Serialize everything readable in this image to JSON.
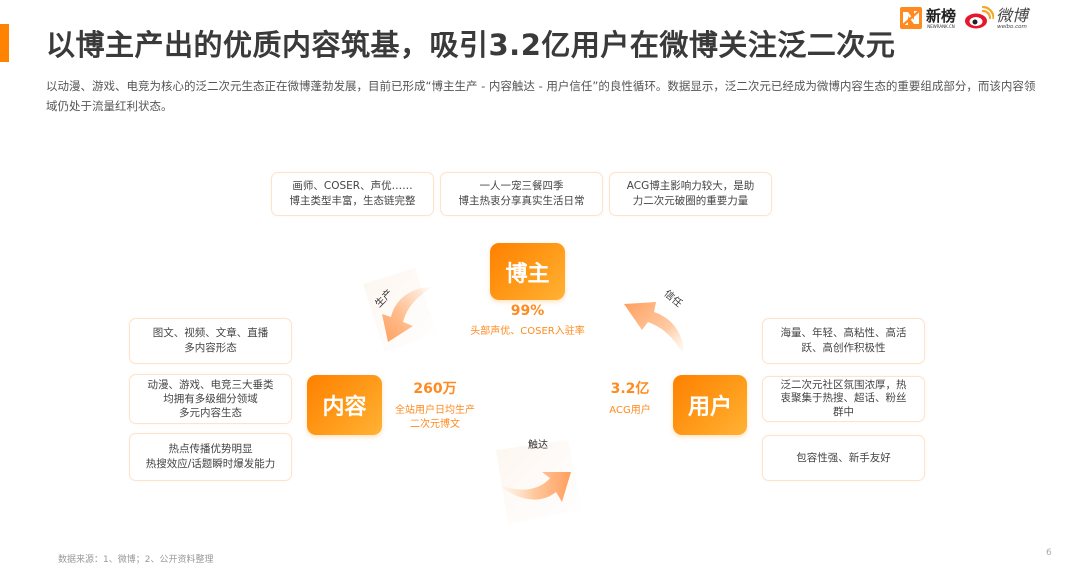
{
  "header": {
    "title": "以博主产出的优质内容筑基，吸引3.2亿用户在微博关注泛二次元",
    "accent_color": "#ff8200",
    "intro": "以动漫、游戏、电竞为核心的泛二次元生态正在微博蓬勃发展，目前已形成“博主生产 - 内容触达 - 用户信任”的良性循环。数据显示，泛二次元已经成为微博内容生态的重要组成部分，而该内容领域仍处于流量红利状态。"
  },
  "logos": {
    "newrank": {
      "cn": "新榜",
      "en": "NEWRANK.CN"
    },
    "weibo": {
      "cn": "微博",
      "en": "weibo.com"
    }
  },
  "diagram": {
    "top_cards": [
      {
        "lines": [
          "画师、COSER、声优……",
          "博主类型丰富，生态链完整"
        ]
      },
      {
        "lines": [
          "一人一宠三餐四季",
          "博主热衷分享真实生活日常"
        ]
      },
      {
        "lines": [
          "ACG博主影响力较大，是助",
          "力二次元破圈的重要力量"
        ]
      }
    ],
    "nodes": {
      "blogger": {
        "label": "博主",
        "metric": "99%",
        "metric_desc": "头部声优、COSER入驻率"
      },
      "content": {
        "label": "内容",
        "metric": "260万",
        "metric_desc_1": "全站用户日均生产",
        "metric_desc_2": "二次元博文"
      },
      "user": {
        "label": "用户",
        "metric": "3.2亿",
        "metric_desc": "ACG用户"
      }
    },
    "arrows": {
      "produce": "生产",
      "reach": "触达",
      "trust": "信任"
    },
    "left_cards": [
      {
        "lines": [
          "图文、视频、文章、直播",
          "多内容形态"
        ]
      },
      {
        "lines": [
          "动漫、游戏、电竞三大垂类",
          "均拥有多级细分领域",
          "多元内容生态"
        ]
      },
      {
        "lines": [
          "热点传播优势明显",
          "热搜效应/话题瞬时爆发能力"
        ]
      }
    ],
    "right_cards": [
      {
        "lines": [
          "海量、年轻、高粘性、高活",
          "跃、高创作积极性"
        ]
      },
      {
        "lines": [
          "泛二次元社区氛围浓厚，热",
          "衷聚集于热搜、超话、粉丝",
          "群中"
        ]
      },
      {
        "lines": [
          "包容性强、新手友好"
        ]
      }
    ],
    "colors": {
      "node_start": "#ff8000",
      "node_end": "#ffb235",
      "metric": "#ff8a1f",
      "card_border": "#fde3cc"
    }
  },
  "footer": {
    "source": "数据来源：1、微博；2、公开资料整理",
    "page": "6"
  }
}
